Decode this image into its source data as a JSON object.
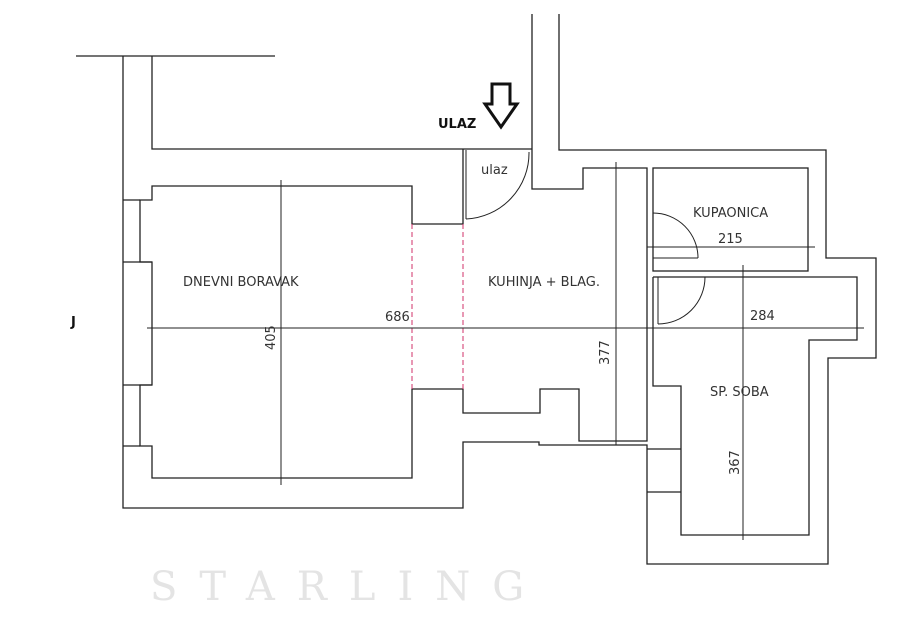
{
  "labels": {
    "entrance": "ULAZ",
    "entrance_door": "ulaz",
    "living_room": "DNEVNI BORAVAK",
    "kitchen": "KUHINJA + BLAG.",
    "bathroom": "KUPAONICA",
    "bedroom": "SP. SOBA",
    "orientation": "J"
  },
  "dimensions": {
    "total_length": "686",
    "living_room_depth": "405",
    "kitchen_depth": "377",
    "bathroom_width": "215",
    "bedroom_width": "284",
    "bedroom_depth": "367"
  },
  "watermark": "STARLING",
  "colors": {
    "walls": "#222222",
    "opening": "#d0306a"
  }
}
